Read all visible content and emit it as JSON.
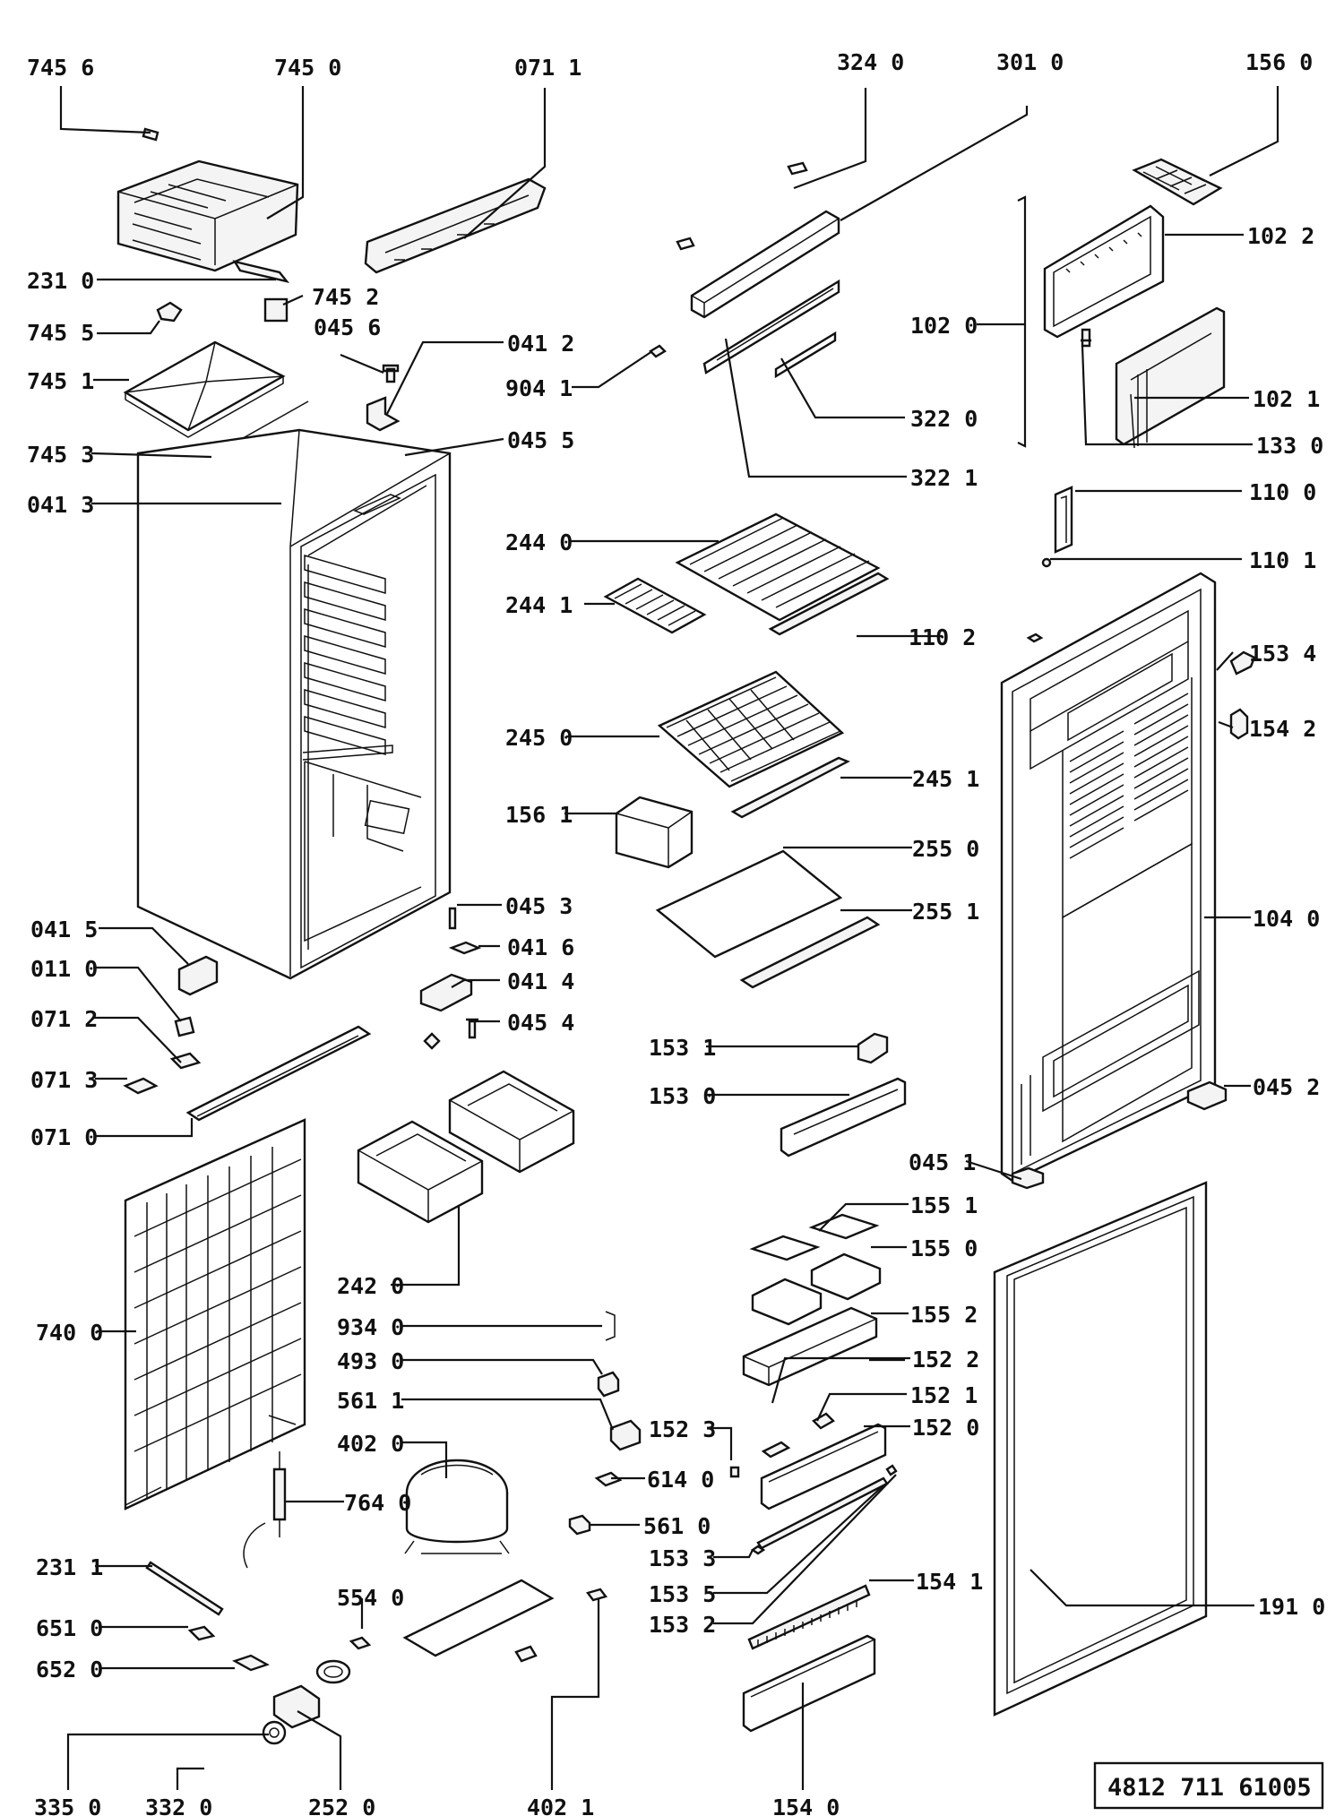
{
  "labels": {
    "p7456": "745 6",
    "p7450": "745  0",
    "p0711": "071 1",
    "p3240": "324 0",
    "p3010": "301  0",
    "p1560": "156 0",
    "p2310": "231 0",
    "p7452": "745 2",
    "p0456": "045 6",
    "p7455": "745 5",
    "p0412": "041 2",
    "p9041": "904 1",
    "p1022": "102 2",
    "p1020": "102  0",
    "p7451": "745 1",
    "p3220": "322 0",
    "p1021": "102 1",
    "p7453": "745 3",
    "p0455": "045 5",
    "p1330": "133 0",
    "p3221": "322 1",
    "p0413": "041 3",
    "p1100": "110 0",
    "p2440": "244 0",
    "p1101": "110 1",
    "p2441": "244 1",
    "p1102": "110  2",
    "p1534": "153 4",
    "p1542": "154 2",
    "p2450": "245 0",
    "p2451": "245 1",
    "p1561": "156  1",
    "p2550": "255 0",
    "p0453": "045 3",
    "p2551": "255 1",
    "p1040": "104 0",
    "p0415": "041 5",
    "p0416": "041 6",
    "p0110": "011 0",
    "p0414": "041 4",
    "p0712": "071 2",
    "p0454": "045 4",
    "p1531": "153 1",
    "p0713": "071 3",
    "p1530": "153 0",
    "p0452": "045 2",
    "p0710": "071 0",
    "p0451": "045 1",
    "p1551": "155 1",
    "p1550": "155 0",
    "p2420": "242 0",
    "p1552": "155 2",
    "p7400": "740 0",
    "p9340": "934 0",
    "p4930": "493 0",
    "p1522": "152 2",
    "p1521": "152 1",
    "p5611": "561 1",
    "p1523": "152  3",
    "p1520": "152 0",
    "p4020": "402 0",
    "p6140": "614  0",
    "p7640": "764 0",
    "p5610": "561  0",
    "p1533": "153  3",
    "p2311": "231 1",
    "p1535": "153  5",
    "p1541": "154 1",
    "p5540": "554 0",
    "p1532": "153  2",
    "p6510": "651 0",
    "p1910": "191 0",
    "p6520": "652 0",
    "p3350": "335  0",
    "p3320": "332  0",
    "p2520": "252 0",
    "p4021": "402 1",
    "p1540": "154  0"
  },
  "reference_number": "4812  711 61005"
}
